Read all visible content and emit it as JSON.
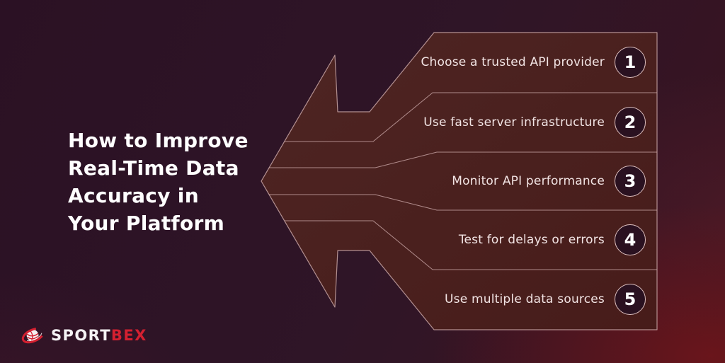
{
  "title": {
    "lines": [
      "How to Improve",
      "Real-Time Data",
      "Accuracy in",
      "Your Platform"
    ]
  },
  "steps": [
    {
      "number": "1",
      "label": "Choose a trusted API provider"
    },
    {
      "number": "2",
      "label": "Use fast server infrastructure"
    },
    {
      "number": "3",
      "label": "Monitor API performance"
    },
    {
      "number": "4",
      "label": "Test for delays or errors"
    },
    {
      "number": "5",
      "label": "Use multiple data sources"
    }
  ],
  "logo": {
    "part1": "SPORT",
    "part2": "BEX",
    "icon": "globe-swoosh-icon"
  },
  "colors": {
    "background_dark": "#2b1124",
    "background_red_glow": "#871616",
    "band_fill": "#4a211f",
    "band_stroke": "#c8a5a5",
    "badge_fill": "#2a1120",
    "badge_stroke": "#dcbfbf",
    "title_text": "#ffffff",
    "step_text": "#f2e4e4",
    "logo_accent": "#d42030"
  }
}
